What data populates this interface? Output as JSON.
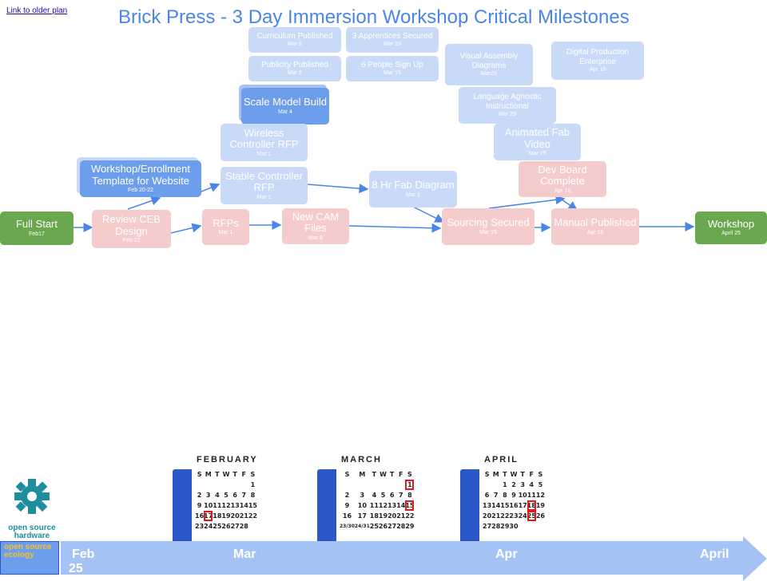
{
  "header": {
    "link_label": "Link to older plan",
    "title": "Brick Press - 3 Day Immersion Workshop Critical Milestones"
  },
  "nodes": {
    "curriculum": {
      "label": "Curriculum Published",
      "date": "Mar 8"
    },
    "apprentices": {
      "label": "3 Apprentices Secured",
      "date": "Mar 15"
    },
    "publicity": {
      "label": "Publicity Published",
      "date": "Mar 8"
    },
    "signup": {
      "label": "6 People Sign Up",
      "date": "Mar 15"
    },
    "visual": {
      "label": "Visual Assembly Diagrams",
      "date": "Mar29"
    },
    "digital": {
      "label": "Digital Production Enterprise",
      "date": "Apr 15"
    },
    "scale": {
      "label": "Scale Model Build",
      "date": "Mar 4"
    },
    "language": {
      "label": "Language Agnostic Instructional",
      "date": "Mar 29"
    },
    "wireless": {
      "label": "Wireless Controller RFP",
      "date": "Mar 1"
    },
    "animated": {
      "label": "Animated Fab Video",
      "date": "Mar 29"
    },
    "template": {
      "label": "Workshop/Enrollment Template for Website",
      "date": "Feb 20-22"
    },
    "stable": {
      "label": "Stable Controller RFP",
      "date": "Mar 1"
    },
    "fab8": {
      "label": "8 Hr Fab Diagram",
      "date": "Mar 1"
    },
    "devboard": {
      "label": "Dev Board Complete",
      "date": "Apr 18"
    },
    "fullstart": {
      "label": "Full Start",
      "date": "Feb17"
    },
    "reviewceb": {
      "label": "Review CEB Design",
      "date": "Feb 22"
    },
    "rfps": {
      "label": "RFPs",
      "date": "Mar 1"
    },
    "cam": {
      "label": "New CAM Files",
      "date": "Mar 8"
    },
    "sourcing": {
      "label": "Sourcing Secured",
      "date": "Mar 15"
    },
    "manual": {
      "label": "Manual Published",
      "date": "Apr 18"
    },
    "workshop": {
      "label": "Workshop",
      "date": "April 25"
    }
  },
  "calendars": [
    {
      "month": "FEBRUARY",
      "weekdays": [
        "S",
        "M",
        "T",
        "W",
        "T",
        "F",
        "S"
      ],
      "rows": [
        [
          "",
          "",
          "",
          "",
          "",
          "",
          "1"
        ],
        [
          "2",
          "3",
          "4",
          "5",
          "6",
          "7",
          "8"
        ],
        [
          "9",
          "10",
          "11",
          "12",
          "13",
          "14",
          "15"
        ],
        [
          "16",
          "17",
          "18",
          "19",
          "20",
          "21",
          "22"
        ],
        [
          "23",
          "24",
          "25",
          "26",
          "27",
          "28",
          ""
        ]
      ],
      "highlighted": [
        "17"
      ]
    },
    {
      "month": "MARCH",
      "weekdays": [
        "S",
        "M",
        "T",
        "W",
        "T",
        "F",
        "S"
      ],
      "rows": [
        [
          "",
          "",
          "",
          "",
          "",
          "",
          "1"
        ],
        [
          "2",
          "3",
          "4",
          "5",
          "6",
          "7",
          "8"
        ],
        [
          "9",
          "10",
          "11",
          "12",
          "13",
          "14",
          "15"
        ],
        [
          "16",
          "17",
          "18",
          "19",
          "20",
          "21",
          "22"
        ],
        [
          "23/30",
          "24/31",
          "25",
          "26",
          "27",
          "28",
          "29"
        ]
      ],
      "highlighted": [
        "1",
        "15"
      ]
    },
    {
      "month": "APRIL",
      "weekdays": [
        "S",
        "M",
        "T",
        "W",
        "T",
        "F",
        "S"
      ],
      "rows": [
        [
          "",
          "",
          "1",
          "2",
          "3",
          "4",
          "5"
        ],
        [
          "6",
          "7",
          "8",
          "9",
          "10",
          "11",
          "12"
        ],
        [
          "13",
          "14",
          "15",
          "16",
          "17",
          "18",
          "19"
        ],
        [
          "20",
          "21",
          "22",
          "23",
          "24",
          "25",
          "26"
        ],
        [
          "27",
          "28",
          "29",
          "30",
          "",
          "",
          ""
        ]
      ],
      "highlighted": [
        "18",
        "25"
      ]
    }
  ],
  "timeline": {
    "feb": "Feb",
    "feb_day": "25",
    "mar": "Mar",
    "apr": "Apr",
    "april": "April"
  },
  "logo": {
    "text": "open source hardware",
    "text2": "open source ecology"
  },
  "colors": {
    "title": "#4a86e8",
    "blue_dark": "#6d9eeb",
    "blue_light": "#c9daf8",
    "pink": "#f4cccc",
    "green": "#6aa84f"
  }
}
